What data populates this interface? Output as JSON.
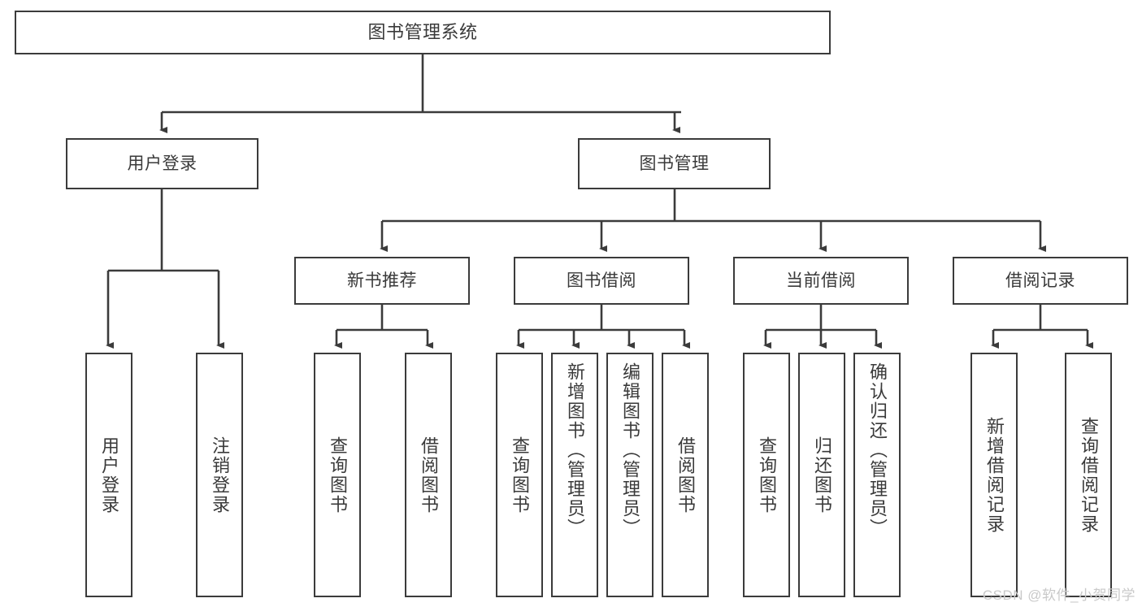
{
  "diagram": {
    "title": "图书管理系统",
    "type": "tree-hierarchy",
    "stroke_color": "#3b3b3b",
    "fill_color": "#ffffff",
    "text_color": "#3a3a3a"
  },
  "nodes": {
    "root": {
      "label": "图书管理系统"
    },
    "level2": [
      {
        "label": "用户登录"
      },
      {
        "label": "图书管理"
      }
    ],
    "level3": [
      {
        "label": "新书推荐"
      },
      {
        "label": "图书借阅"
      },
      {
        "label": "当前借阅"
      },
      {
        "label": "借阅记录"
      }
    ],
    "leaves_user_login": [
      {
        "label": "用户登录"
      },
      {
        "label": "注销登录"
      }
    ],
    "leaves_new_book": [
      {
        "label": "查询图书"
      },
      {
        "label": "借阅图书"
      }
    ],
    "leaves_borrow": [
      {
        "label": "查询图书"
      },
      {
        "label": "新增图书（管理员）"
      },
      {
        "label": "编辑图书（管理员）"
      },
      {
        "label": "借阅图书"
      }
    ],
    "leaves_current": [
      {
        "label": "查询图书"
      },
      {
        "label": "归还图书"
      },
      {
        "label": "确认归还（管理员）"
      }
    ],
    "leaves_record": [
      {
        "label": "新增借阅记录"
      },
      {
        "label": "查询借阅记录"
      }
    ]
  },
  "watermark": {
    "text": "CSDN @软件_小贺同学"
  }
}
